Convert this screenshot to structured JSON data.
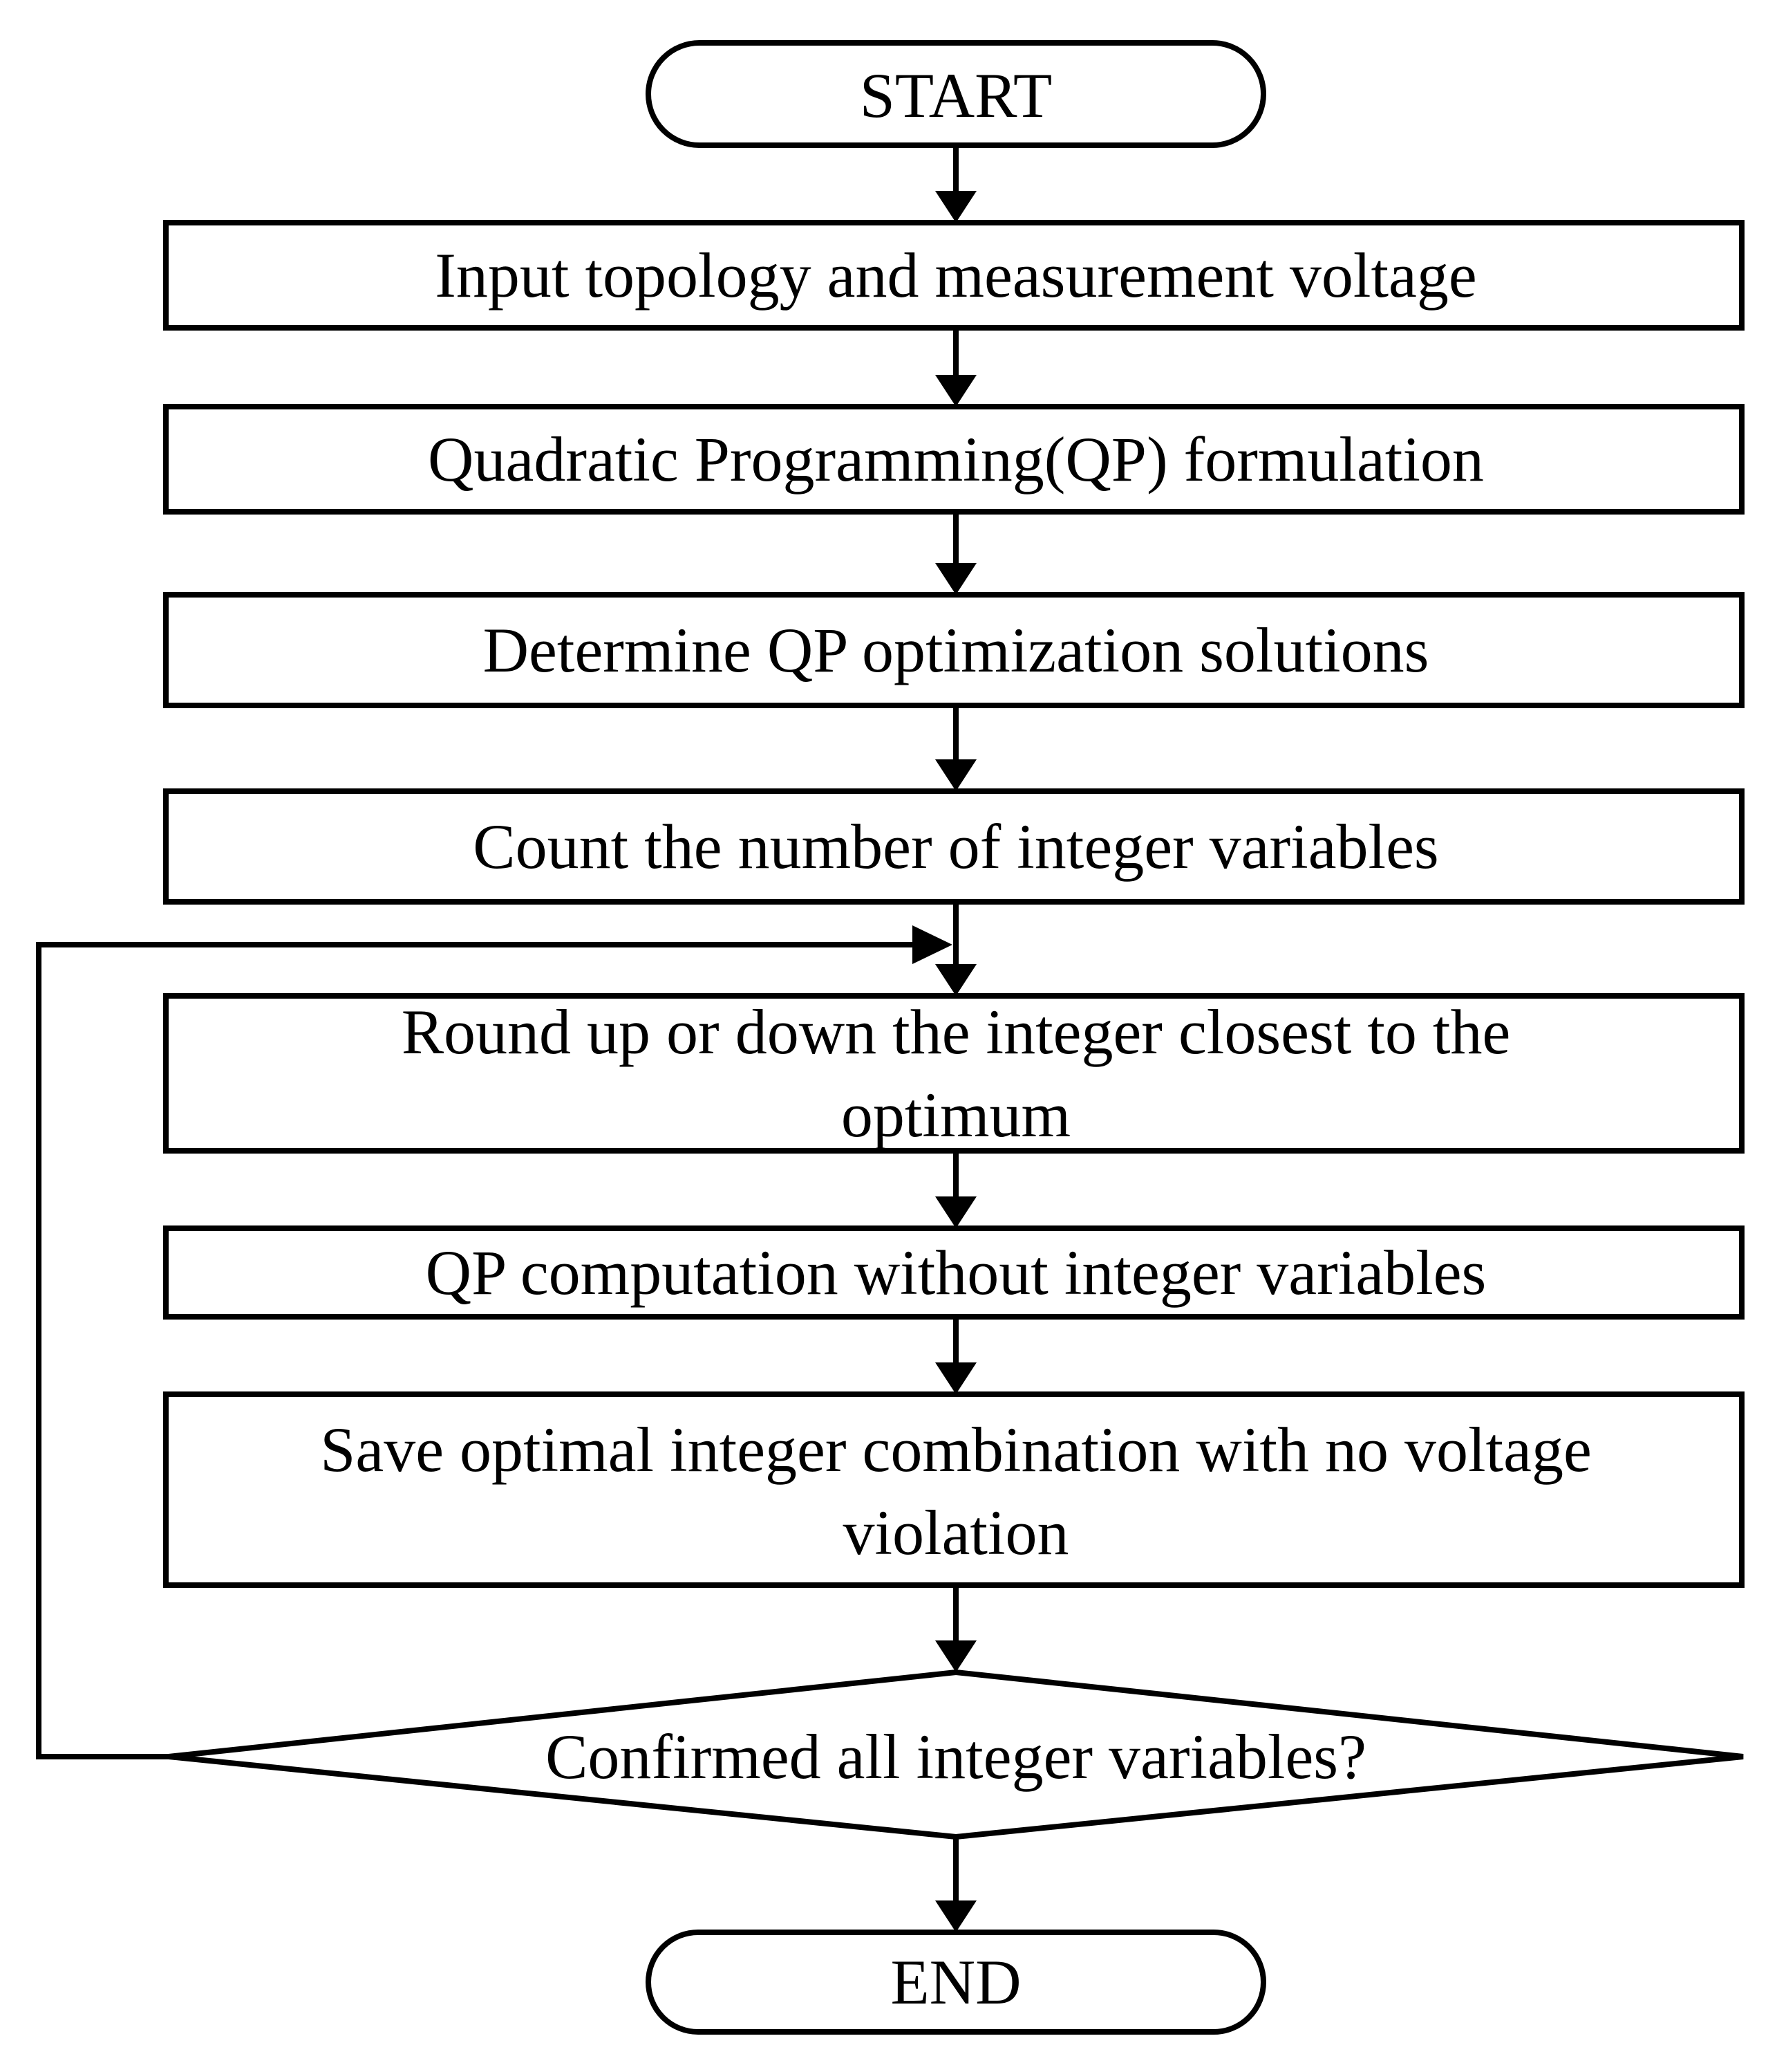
{
  "flowchart": {
    "terminals": {
      "start": "START",
      "end": "END"
    },
    "steps": {
      "input": [
        "Input topology and measurement voltage"
      ],
      "formulation": [
        "Quadratic Programming(QP) formulation"
      ],
      "determine": [
        "Determine QP optimization solutions"
      ],
      "count": [
        "Count the number of integer variables"
      ],
      "round": [
        "Round up or down the integer closest to the",
        "optimum"
      ],
      "compute": [
        "QP computation without integer variables"
      ],
      "save": [
        "Save optimal integer combination with no voltage",
        "violation"
      ]
    },
    "decision": {
      "confirmed": "Confirmed all integer variables?"
    }
  }
}
